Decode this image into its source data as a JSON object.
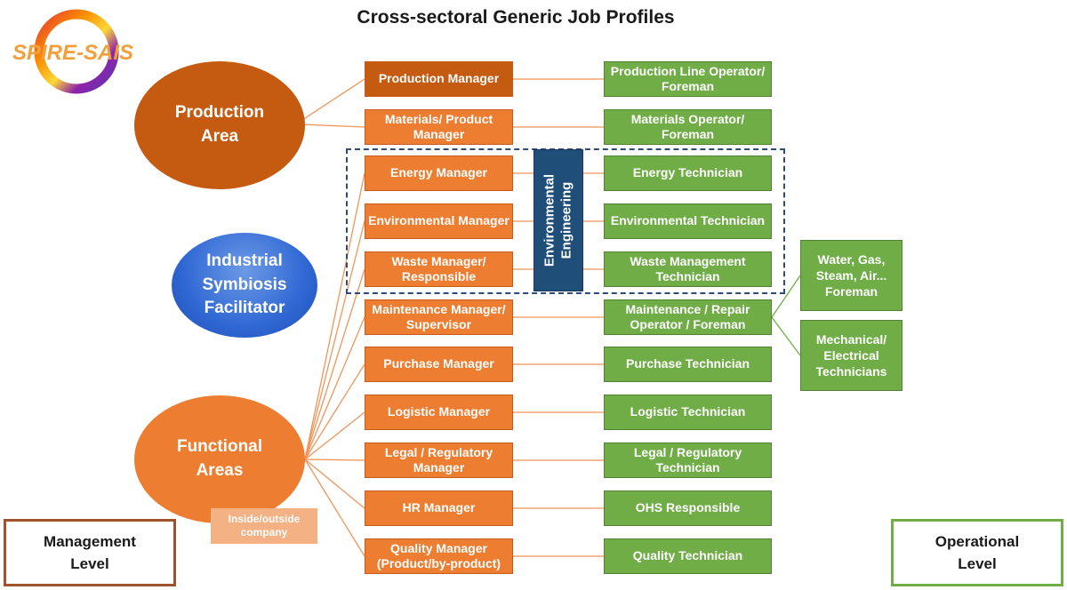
{
  "title": "Cross-sectoral Generic Job Profiles",
  "logo": {
    "text": "SPIRE-SAIS"
  },
  "areas": {
    "production": "Production Area",
    "industrial": "Industrial Symbiosis Facilitator",
    "functional": "Functional Areas"
  },
  "inside_outside": "Inside/outside company",
  "managers": [
    "Production Manager",
    "Materials/ Product Manager",
    "Energy Manager",
    "Environmental Manager",
    "Waste Manager/ Responsible",
    "Maintenance Manager/ Supervisor",
    "Purchase Manager",
    "Logistic Manager",
    "Legal / Regulatory Manager",
    "HR Manager",
    "Quality Manager (Product/by-product)"
  ],
  "operators": [
    "Production Line Operator/ Foreman",
    "Materials Operator/ Foreman",
    "Energy Technician",
    "Environmental Technician",
    "Waste Management Technician",
    "Maintenance / Repair Operator / Foreman",
    "Purchase Technician",
    "Logistic Technician",
    "Legal / Regulatory Technician",
    "OHS Responsible",
    "Quality Technician"
  ],
  "maintenance_sub": [
    "Water, Gas, Steam, Air... Foreman",
    "Mechanical/ Electrical Technicians"
  ],
  "env_engineering": "Environmental Engineering",
  "levels": {
    "management": "Management Level",
    "operational": "Operational Level"
  },
  "colors": {
    "manager_orange": "#ed7d31",
    "manager_dark": "#c55a11",
    "operator_green": "#70ad47",
    "env_blue": "#1f4e79",
    "facilitator_blue": "#2f67d4"
  }
}
